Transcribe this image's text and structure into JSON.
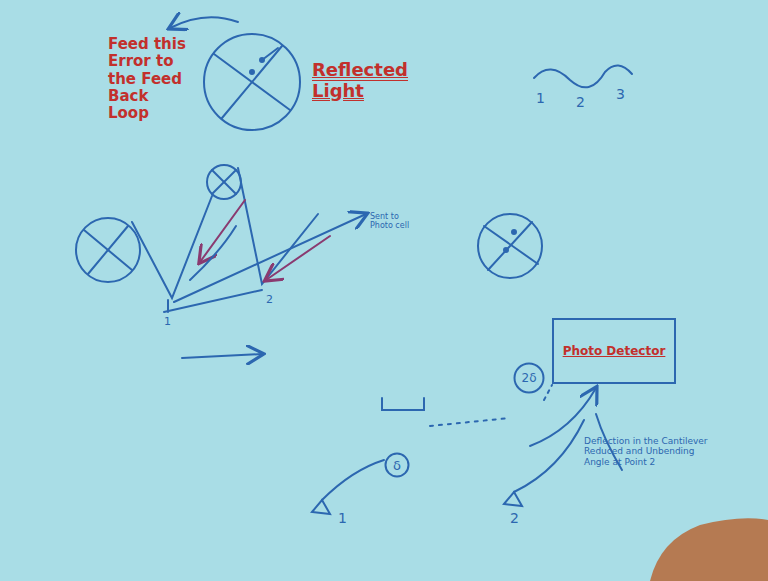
{
  "diagram": {
    "nodes": [
      {
        "text": [
          "Photo Detector"
        ]
      },
      {
        "text": [
          "2δ"
        ]
      },
      {
        "text": [
          "δ"
        ]
      }
    ],
    "labels": [
      "Feed this Error to the Feed Back Loop",
      "Reflected Light",
      "1",
      "2",
      "3",
      "Sent to Photo cell",
      "1",
      "2",
      "Deflection in the Cantilever Reduced and Unbending Angle at Point 2",
      "1",
      "2"
    ]
  }
}
